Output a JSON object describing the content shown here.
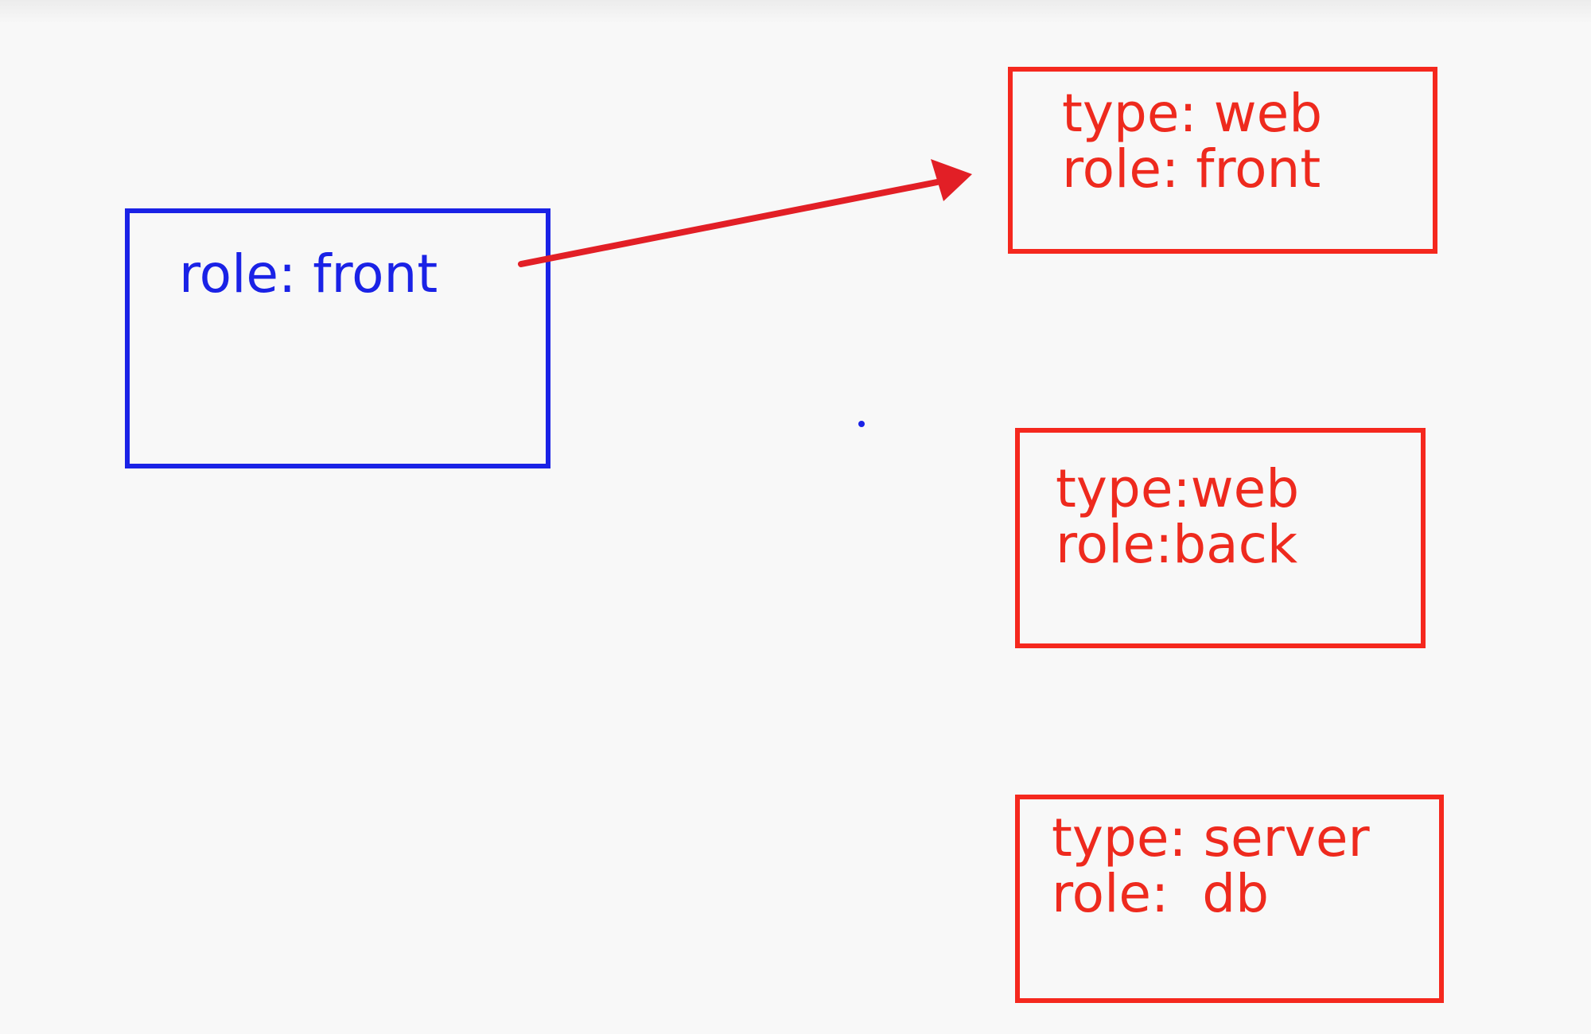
{
  "selector": {
    "line1": "role: front",
    "color": "#1a22e6"
  },
  "nodes": [
    {
      "line1": "type: web",
      "line2": "role: front",
      "color": "#f5281e"
    },
    {
      "line1": "type:web",
      "line2": "role:back",
      "color": "#f5281e"
    },
    {
      "line1": "type: server",
      "line2": "role:  db",
      "color": "#f5281e"
    }
  ],
  "arrow": {
    "color": "#e21f26",
    "from": "selector",
    "to": "node-web-front"
  }
}
